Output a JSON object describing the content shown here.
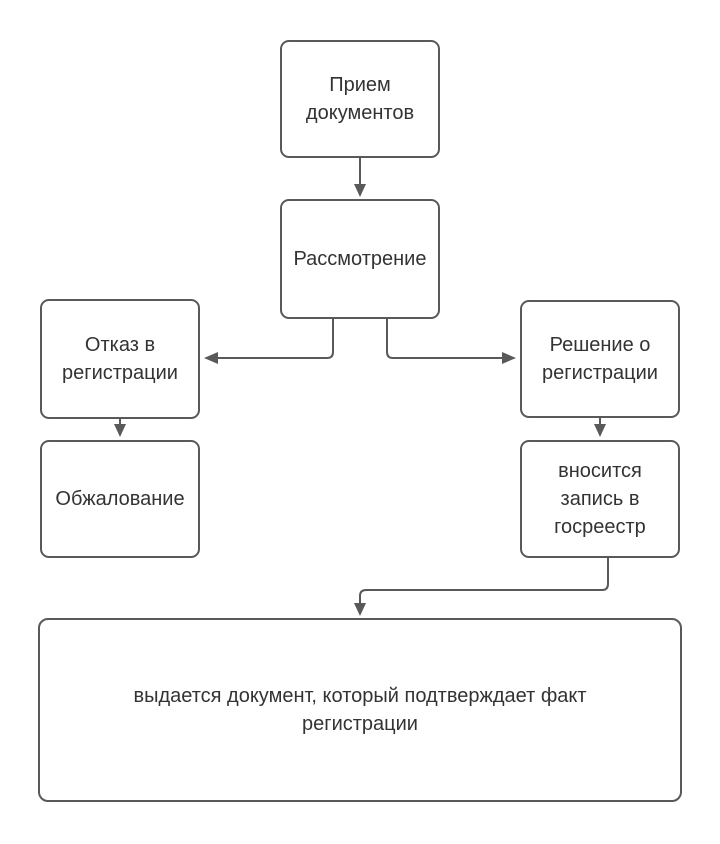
{
  "diagram": {
    "type": "flowchart",
    "language": "ru",
    "nodes": [
      {
        "id": "priem",
        "label": "Прием документов"
      },
      {
        "id": "rassmotrenie",
        "label": "Рассмотрение"
      },
      {
        "id": "otkaz",
        "label": "Отказ в регистрации"
      },
      {
        "id": "reshenie",
        "label": "Решение о регистрации"
      },
      {
        "id": "obzhalovanie",
        "label": "Обжалование"
      },
      {
        "id": "gosreestr",
        "label": "вносится запись в госреестр"
      },
      {
        "id": "vydacha",
        "label": "выдается документ, который подтверждает факт регистрации"
      }
    ],
    "edges": [
      {
        "from": "priem",
        "to": "rassmotrenie",
        "direction": "down"
      },
      {
        "from": "rassmotrenie",
        "to": "otkaz",
        "direction": "down-left"
      },
      {
        "from": "rassmotrenie",
        "to": "reshenie",
        "direction": "down-right"
      },
      {
        "from": "otkaz",
        "to": "obzhalovanie",
        "direction": "down"
      },
      {
        "from": "reshenie",
        "to": "gosreestr",
        "direction": "down"
      },
      {
        "from": "gosreestr",
        "to": "vydacha",
        "direction": "down-left-down"
      }
    ],
    "colors": {
      "border": "#595959",
      "fill": "#ffffff",
      "text": "#333333",
      "background": "#ffffff"
    }
  }
}
